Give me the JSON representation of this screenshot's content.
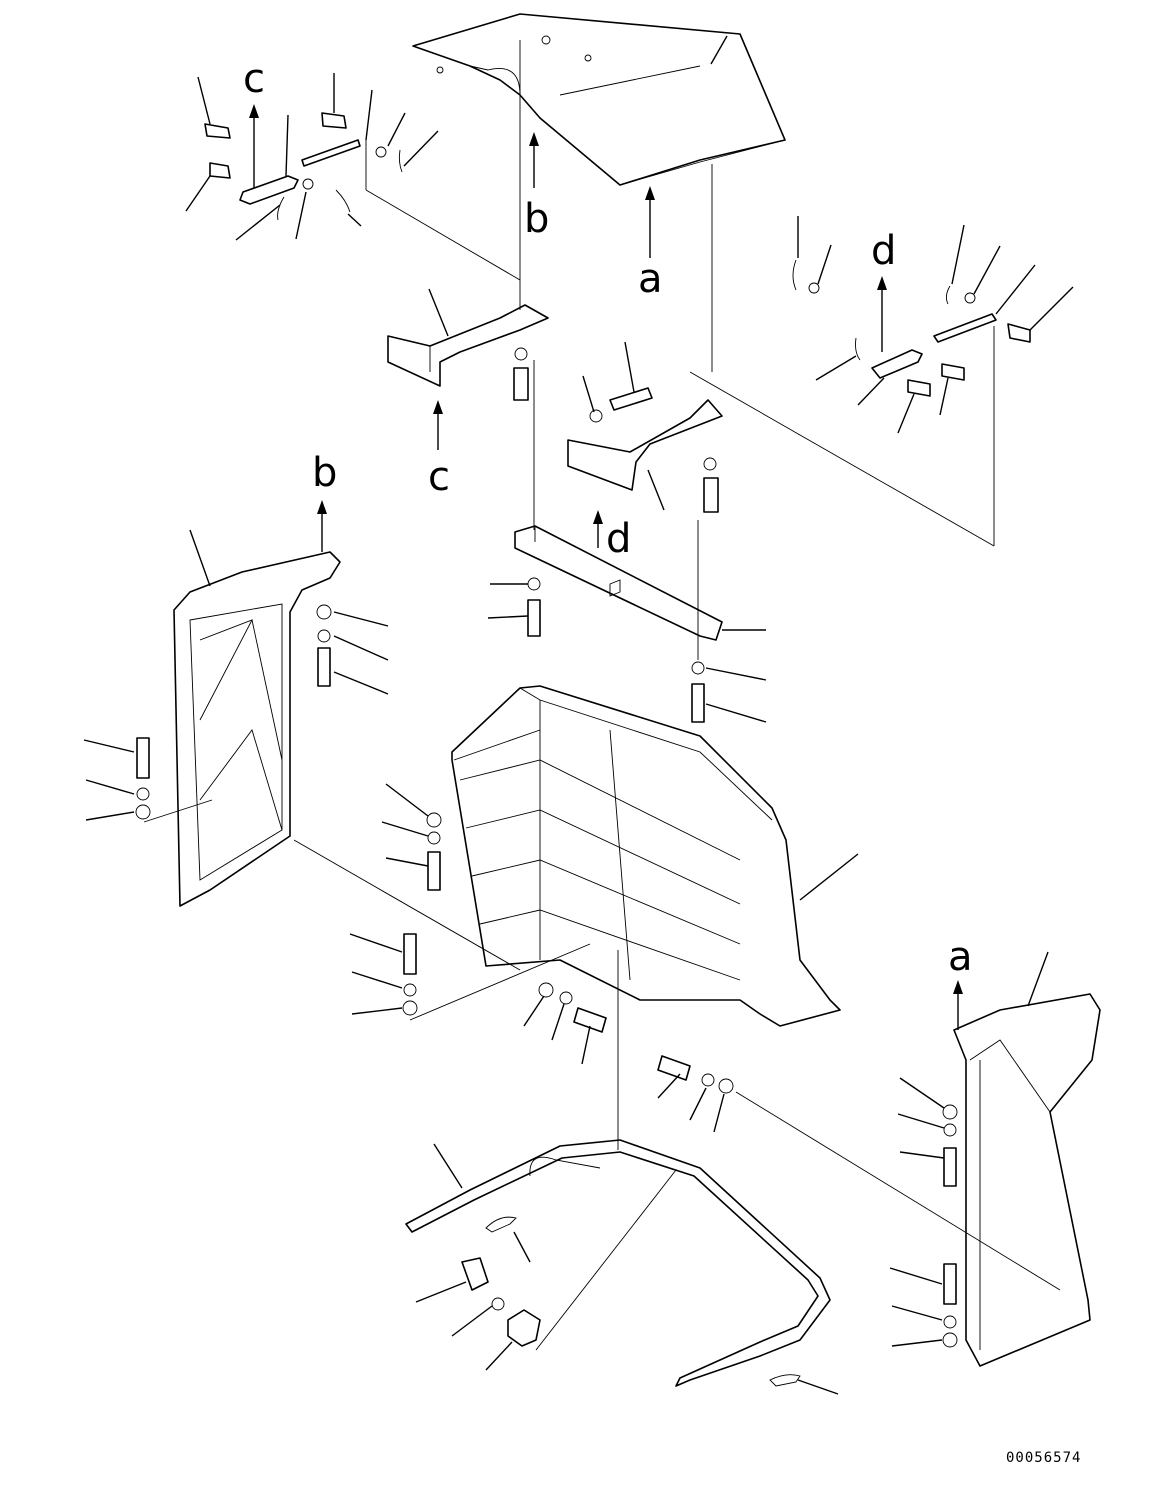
{
  "diagram": {
    "view_labels": [
      "a",
      "b",
      "c",
      "d"
    ],
    "drawing_number": "00056574",
    "parts": [
      "top-cover",
      "hinge-link-left",
      "hinge-link-right",
      "upper-bracket-left",
      "upper-bracket-right",
      "cross-beam",
      "left-side-panel",
      "front-grille",
      "right-side-panel",
      "bottom-frame",
      "latch"
    ]
  }
}
